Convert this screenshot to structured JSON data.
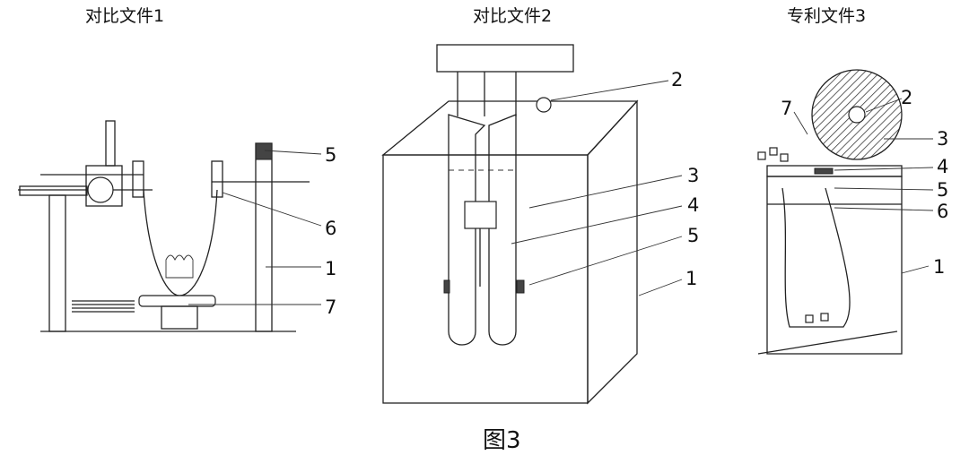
{
  "panels": [
    {
      "title": "对比文件1",
      "labels": [
        "5",
        "6",
        "1",
        "7"
      ]
    },
    {
      "title": "对比文件2",
      "labels": [
        "2",
        "3",
        "4",
        "5",
        "1"
      ]
    },
    {
      "title": "专利文件3",
      "labels": [
        "7",
        "2",
        "3",
        "4",
        "5",
        "6",
        "1"
      ]
    }
  ],
  "caption": "图3"
}
